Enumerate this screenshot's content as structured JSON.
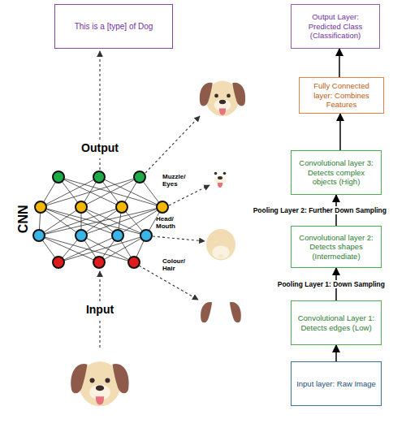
{
  "diagram": {
    "nodes": [
      {
        "text": [
          "This is a [type] of Dog"
        ]
      },
      {
        "text": [
          "Output Layer: Predicted Class (Classification)"
        ]
      },
      {
        "text": [
          "Fully Connected layer: Combines Features"
        ]
      },
      {
        "text": [
          "Convolutional layer 3: Detects complex objects (High)"
        ]
      },
      {
        "text": [
          "Convolutional layer 2: Detects shapes (Intermediate)"
        ]
      },
      {
        "text": [
          "Convolutional Layer 1: Detects edges (Low)"
        ]
      },
      {
        "text": [
          "Input layer: Raw Image"
        ]
      }
    ],
    "edges": [
      {
        "from": 6,
        "to": 5,
        "arrow": "to"
      },
      {
        "from": 5,
        "to": 4,
        "label": "Pooling Layer 1: Down Sampling",
        "arrow": "to"
      },
      {
        "from": 4,
        "to": 3,
        "label": "Pooling Layer 2: Further Down Sampling",
        "arrow": "to"
      },
      {
        "from": 3,
        "to": 2,
        "arrow": "to"
      },
      {
        "from": 2,
        "to": 1,
        "arrow": "to"
      }
    ],
    "labels": [
      "Output",
      "CNN",
      "Muzzle/ Eyes",
      "Head/ Mouth",
      "Colour/ Hair",
      "Input"
    ]
  }
}
